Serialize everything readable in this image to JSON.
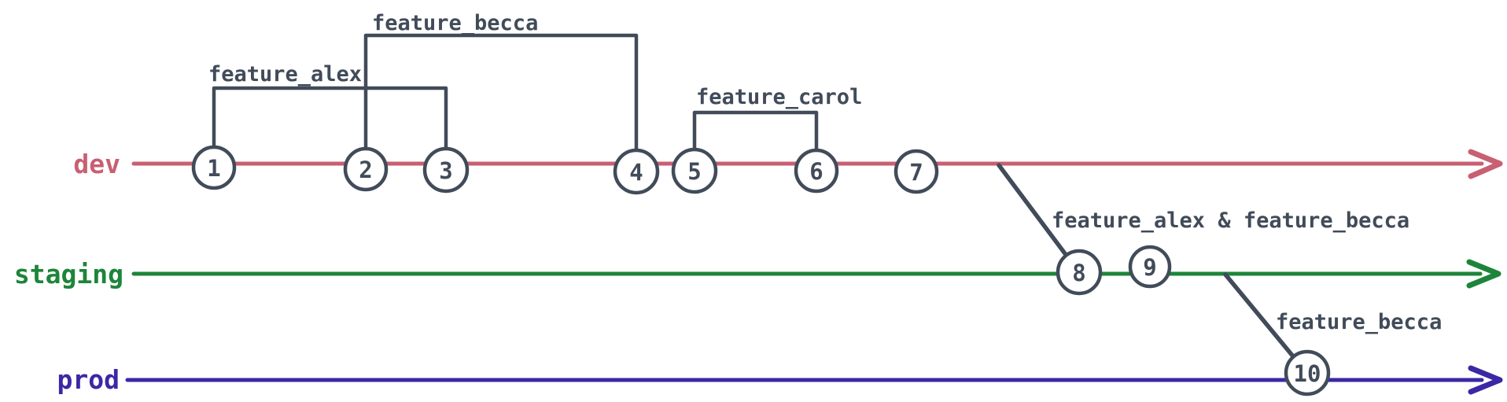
{
  "diagram": {
    "kind": "git-branch-timeline",
    "background": "#ffffff",
    "ink_color": "#414b59"
  },
  "branches": [
    {
      "name": "dev",
      "color": "#c95f72"
    },
    {
      "name": "staging",
      "color": "#1d8539"
    },
    {
      "name": "prod",
      "color": "#3a28a5"
    }
  ],
  "commits": [
    {
      "number": "1",
      "branch": "dev"
    },
    {
      "number": "2",
      "branch": "dev"
    },
    {
      "number": "3",
      "branch": "dev"
    },
    {
      "number": "4",
      "branch": "dev"
    },
    {
      "number": "5",
      "branch": "dev"
    },
    {
      "number": "6",
      "branch": "dev"
    },
    {
      "number": "7",
      "branch": "dev"
    },
    {
      "number": "8",
      "branch": "staging"
    },
    {
      "number": "9",
      "branch": "staging"
    },
    {
      "number": "10",
      "branch": "prod"
    }
  ],
  "feature_brackets": [
    {
      "label": "feature_alex",
      "from_commit": "1",
      "to_commit": "3"
    },
    {
      "label": "feature_becca",
      "from_commit": "2",
      "to_commit": "4"
    },
    {
      "label": "feature_carol",
      "from_commit": "5",
      "to_commit": "6"
    }
  ],
  "merges": [
    {
      "label": "feature_alex & feature_becca",
      "from_branch": "dev",
      "to_branch": "staging",
      "merge_commit": "8"
    },
    {
      "label": "feature_becca",
      "from_branch": "staging",
      "to_branch": "prod",
      "merge_commit": "10"
    }
  ]
}
